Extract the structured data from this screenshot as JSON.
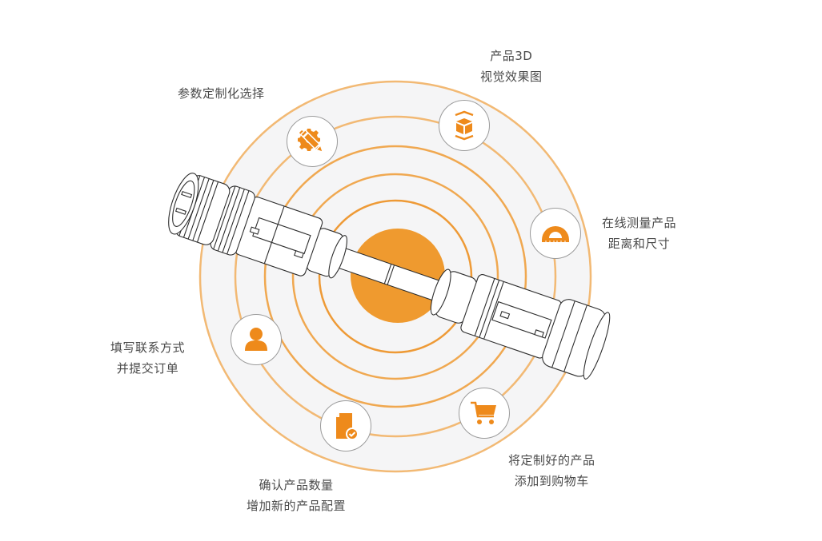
{
  "diagram": {
    "accent_color": "#ee8a1b",
    "ring_color": "#f2b974",
    "disc_color": "#ef9a2f",
    "background_disc_color": "#f5f5f6",
    "center_icon": "connector-cable",
    "steps": [
      {
        "id": "customize",
        "icon": "gear-pencil-icon",
        "lines": [
          "参数定制化选择"
        ]
      },
      {
        "id": "view3d",
        "icon": "cube-3d-icon",
        "lines": [
          "产品3D",
          "视觉效果图"
        ]
      },
      {
        "id": "measure",
        "icon": "protractor-icon",
        "lines": [
          "在线测量产品",
          "距离和尺寸"
        ]
      },
      {
        "id": "cart",
        "icon": "shopping-cart-icon",
        "lines": [
          "将定制好的产品",
          "添加到购物车"
        ]
      },
      {
        "id": "confirm",
        "icon": "document-check-icon",
        "lines": [
          "确认产品数量",
          "增加新的产品配置"
        ]
      },
      {
        "id": "contact",
        "icon": "user-icon",
        "lines": [
          "填写联系方式",
          "并提交订单"
        ]
      }
    ]
  }
}
